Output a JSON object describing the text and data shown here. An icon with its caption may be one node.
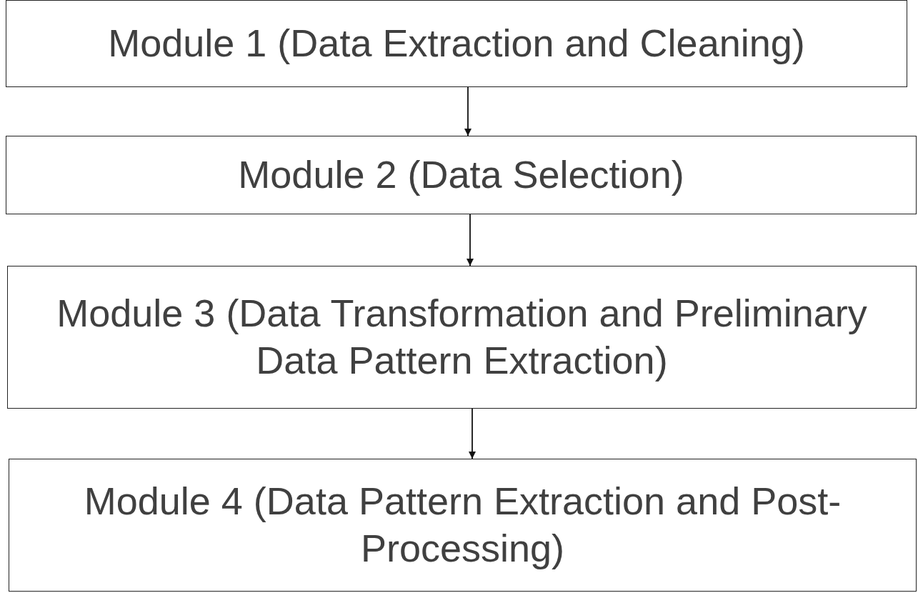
{
  "diagram": {
    "nodes": [
      {
        "text": [
          "Module 1 (Data Extraction and Cleaning)"
        ]
      },
      {
        "text": [
          "Module 2 (Data Selection)"
        ]
      },
      {
        "text": [
          "Module 3 (Data Transformation and Preliminary Data Pattern Extraction)"
        ]
      },
      {
        "text": [
          "Module 4 (Data Pattern Extraction and Post-Processing)"
        ]
      }
    ],
    "edges": [
      {
        "from": 0,
        "to": 1,
        "arrow": "to"
      },
      {
        "from": 1,
        "to": 2,
        "arrow": "to"
      },
      {
        "from": 2,
        "to": 3,
        "arrow": "to"
      }
    ]
  }
}
